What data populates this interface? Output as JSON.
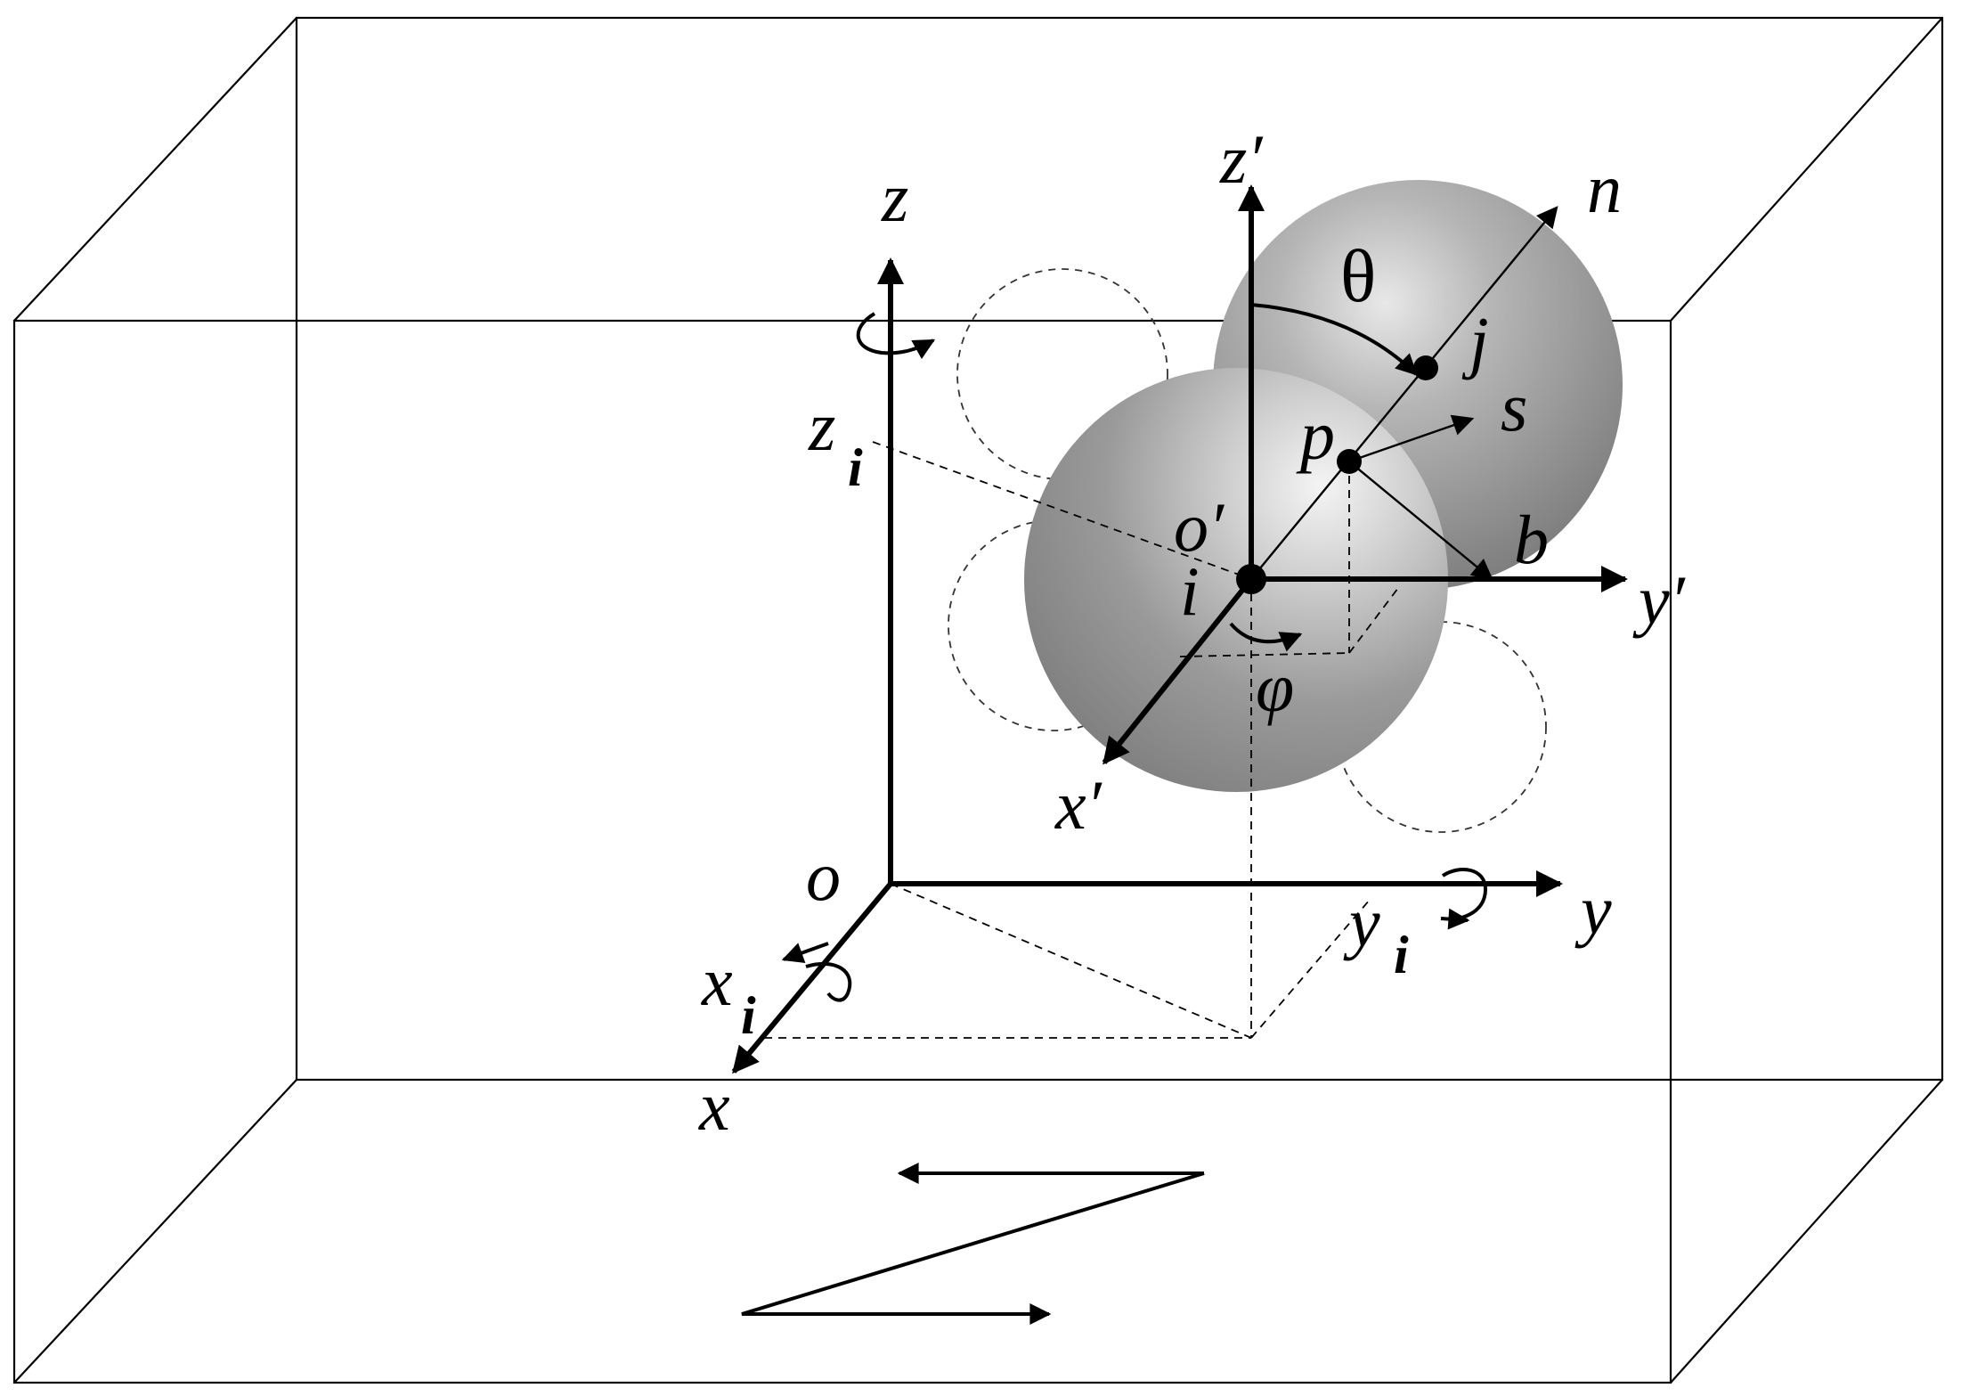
{
  "diagram": {
    "labels": {
      "z": "z",
      "z_i": "z",
      "z_i_sub": "i",
      "z_prime": "z′",
      "n": "n",
      "theta": "θ",
      "j": "j",
      "s": "s",
      "p": "p",
      "o_prime": "o′",
      "i": "i",
      "b": "b",
      "y_prime": "y′",
      "phi": "φ",
      "x_prime": "x′",
      "o": "o",
      "y": "y",
      "y_i": "y",
      "y_i_sub": "i",
      "x_i": "x",
      "x_i_sub": "i",
      "x": "x"
    }
  }
}
